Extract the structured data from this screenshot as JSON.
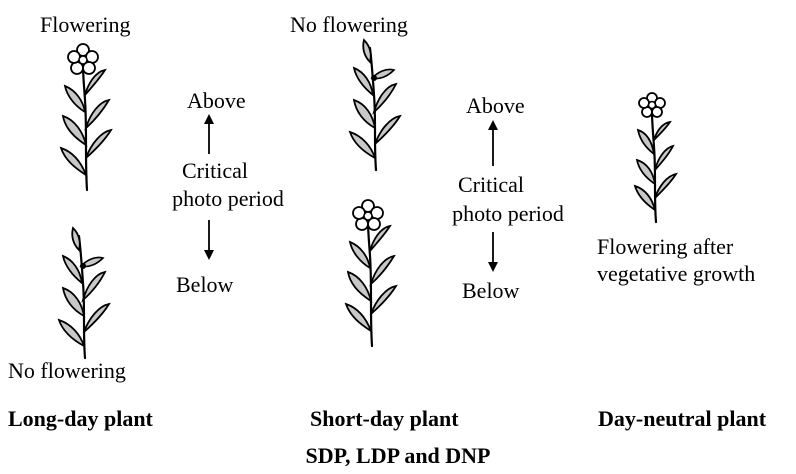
{
  "ldp": {
    "top_label": "Flowering",
    "bottom_label": "No flowering",
    "name": "Long-day plant"
  },
  "periods": {
    "above": "Above",
    "critical_line1": "Critical",
    "critical_line2": "photo period",
    "below": "Below"
  },
  "sdp": {
    "top_label": "No flowering",
    "name": "Short-day plant"
  },
  "dnp": {
    "label_line1": "Flowering after",
    "label_line2": "vegetative growth",
    "name": "Day-neutral plant"
  },
  "caption": "SDP, LDP and DNP",
  "colors": {
    "leaf_fill": "#c8c8c8",
    "ink": "#000000"
  }
}
